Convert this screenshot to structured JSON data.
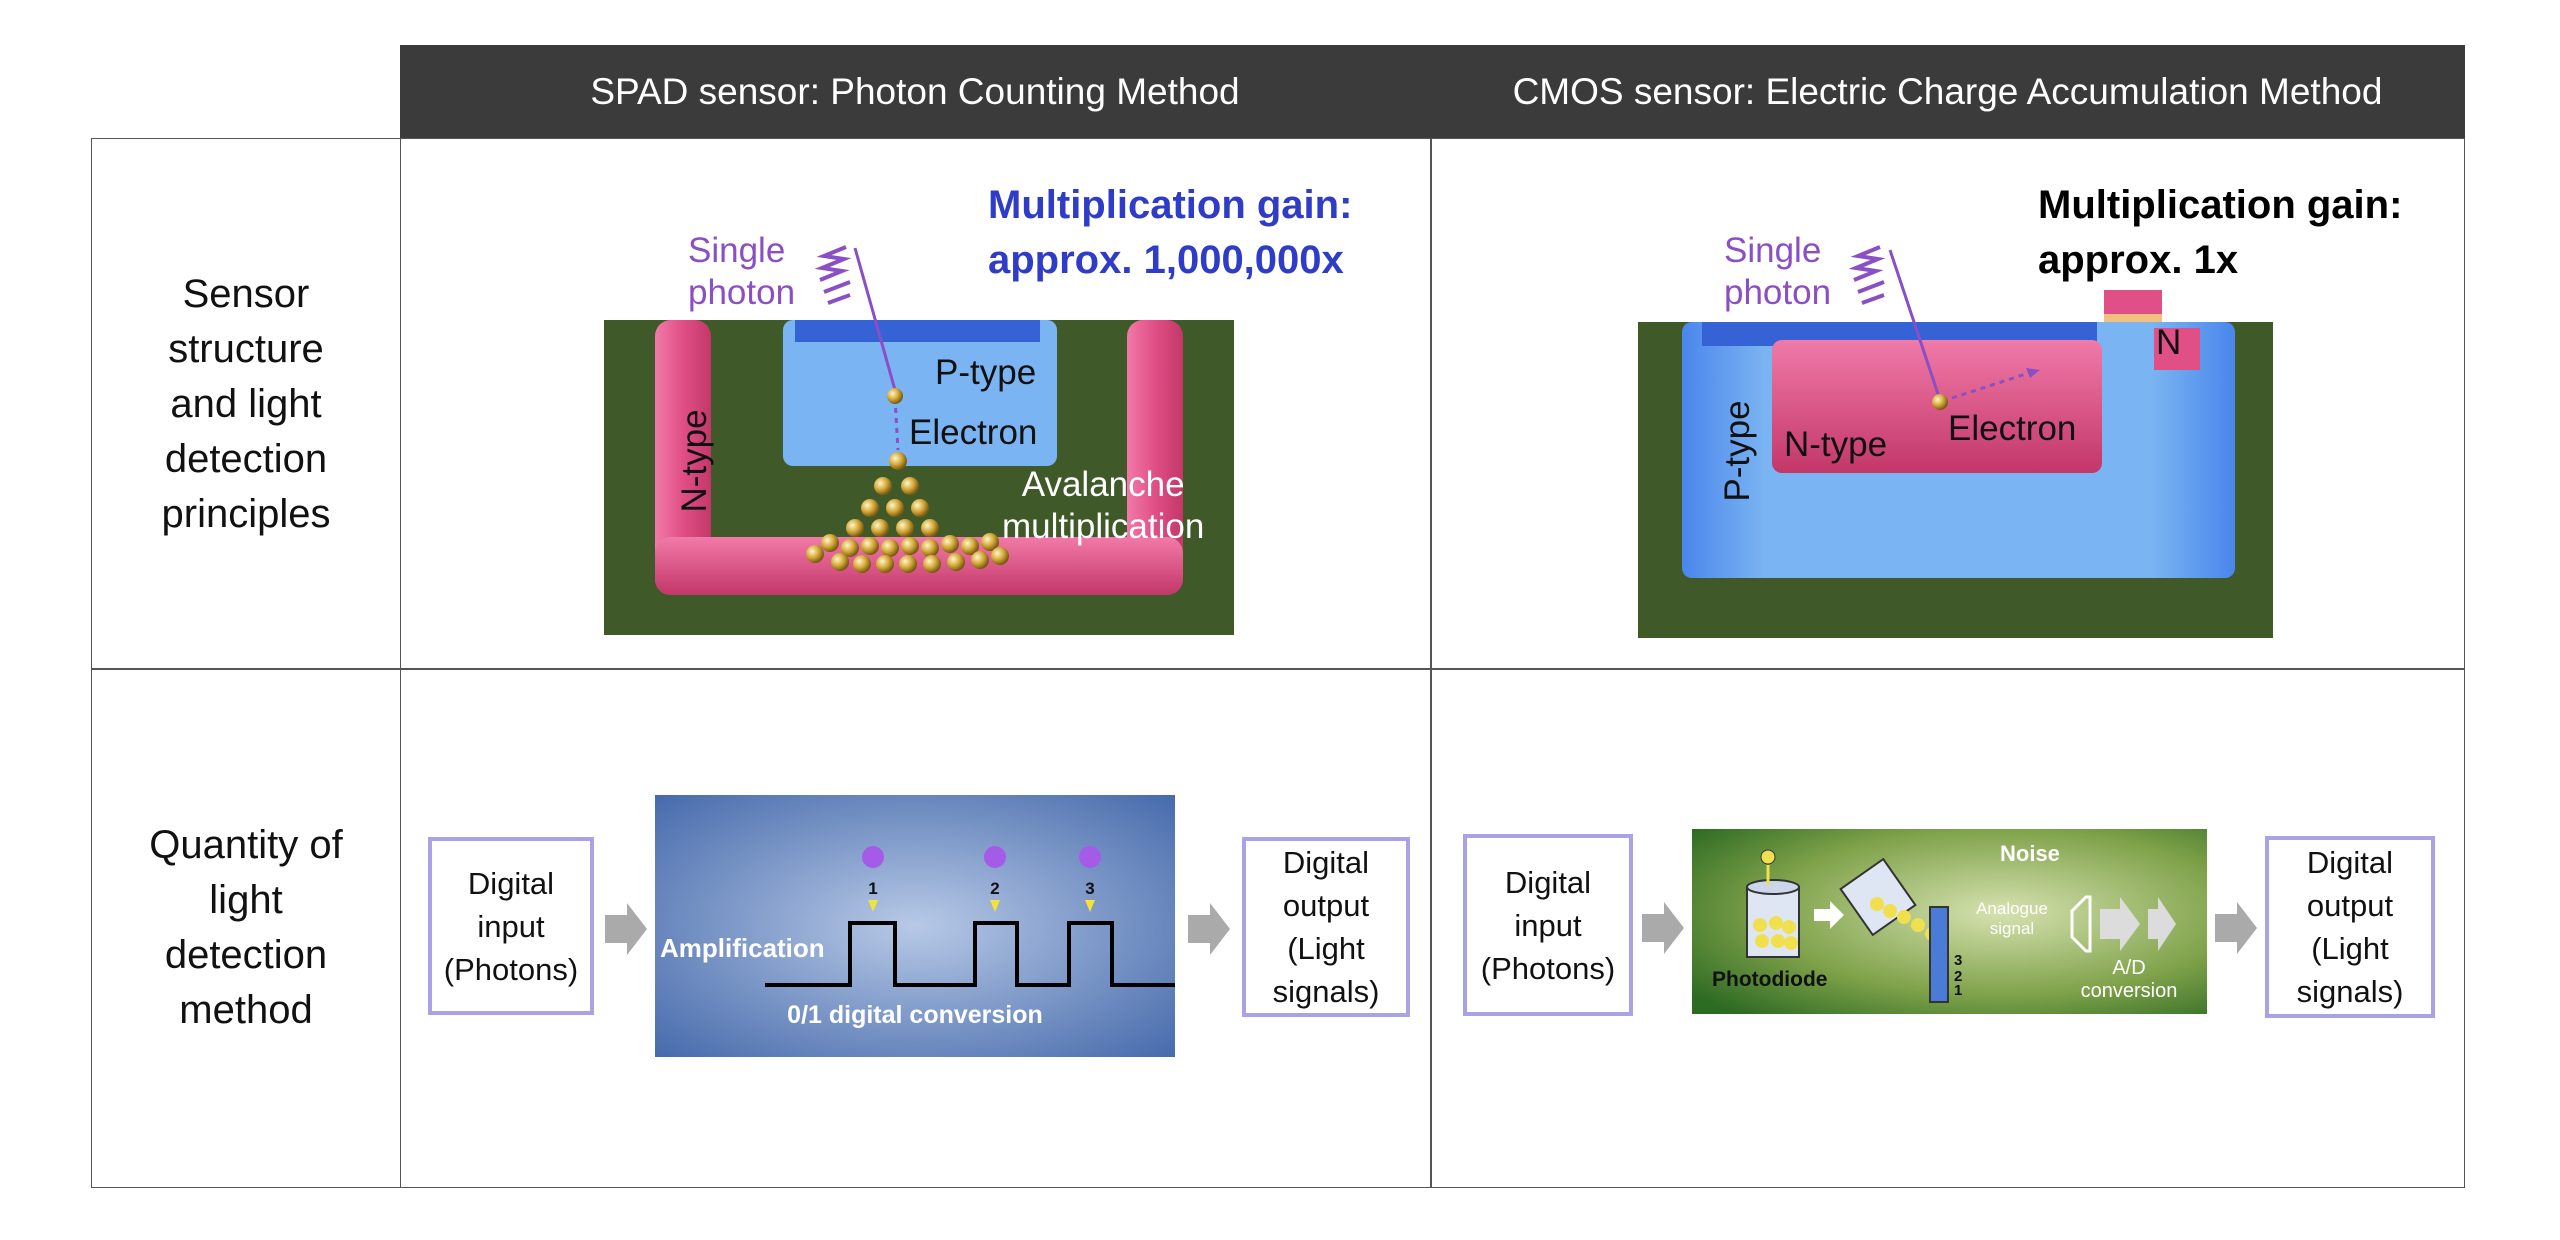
{
  "columns": {
    "spad_header": "SPAD sensor: Photon Counting Method",
    "cmos_header": "CMOS sensor: Electric Charge Accumulation Method"
  },
  "rows": {
    "structure_label": "Sensor\nstructure\nand light\ndetection\nprinciples",
    "quantity_label": "Quantity of\nlight\ndetection\nmethod"
  },
  "spad": {
    "gain": "Multiplication gain:\napprox. 1,000,000x",
    "single_photon": "Single\nphoton",
    "p_type": "P-type",
    "electron": "Electron",
    "n_type": "N-type",
    "avalanche": "Avalanche\nmultiplication",
    "input": "Digital\ninput\n(Photons)",
    "amplification": "Amplification",
    "conversion": "0/1 digital conversion",
    "pulse_numbers": [
      "1",
      "2",
      "3"
    ],
    "output": "Digital\noutput\n(Light\nsignals)"
  },
  "cmos": {
    "gain": "Multiplication gain:\napprox. 1x",
    "single_photon": "Single\nphoton",
    "p_type": "P-type",
    "n_type": "N-type",
    "electron": "Electron",
    "n_small": "N",
    "input": "Digital\ninput\n(Photons)",
    "noise": "Noise",
    "photodiode": "Photodiode",
    "analogue": "Analogue\nsignal",
    "ad": "A/D\nconversion",
    "output": "Digital\noutput\n(Light\nsignals)"
  },
  "colors": {
    "header_bg": "#3b3b3b",
    "gain_spad": "#2f3cc8",
    "gain_cmos": "#000000",
    "substrate": "#3f5a28",
    "n_well": "#e04f86",
    "p_region": "#7ab4f2",
    "box_border": "#a9a3e6",
    "photon": "#8a4fc4"
  }
}
